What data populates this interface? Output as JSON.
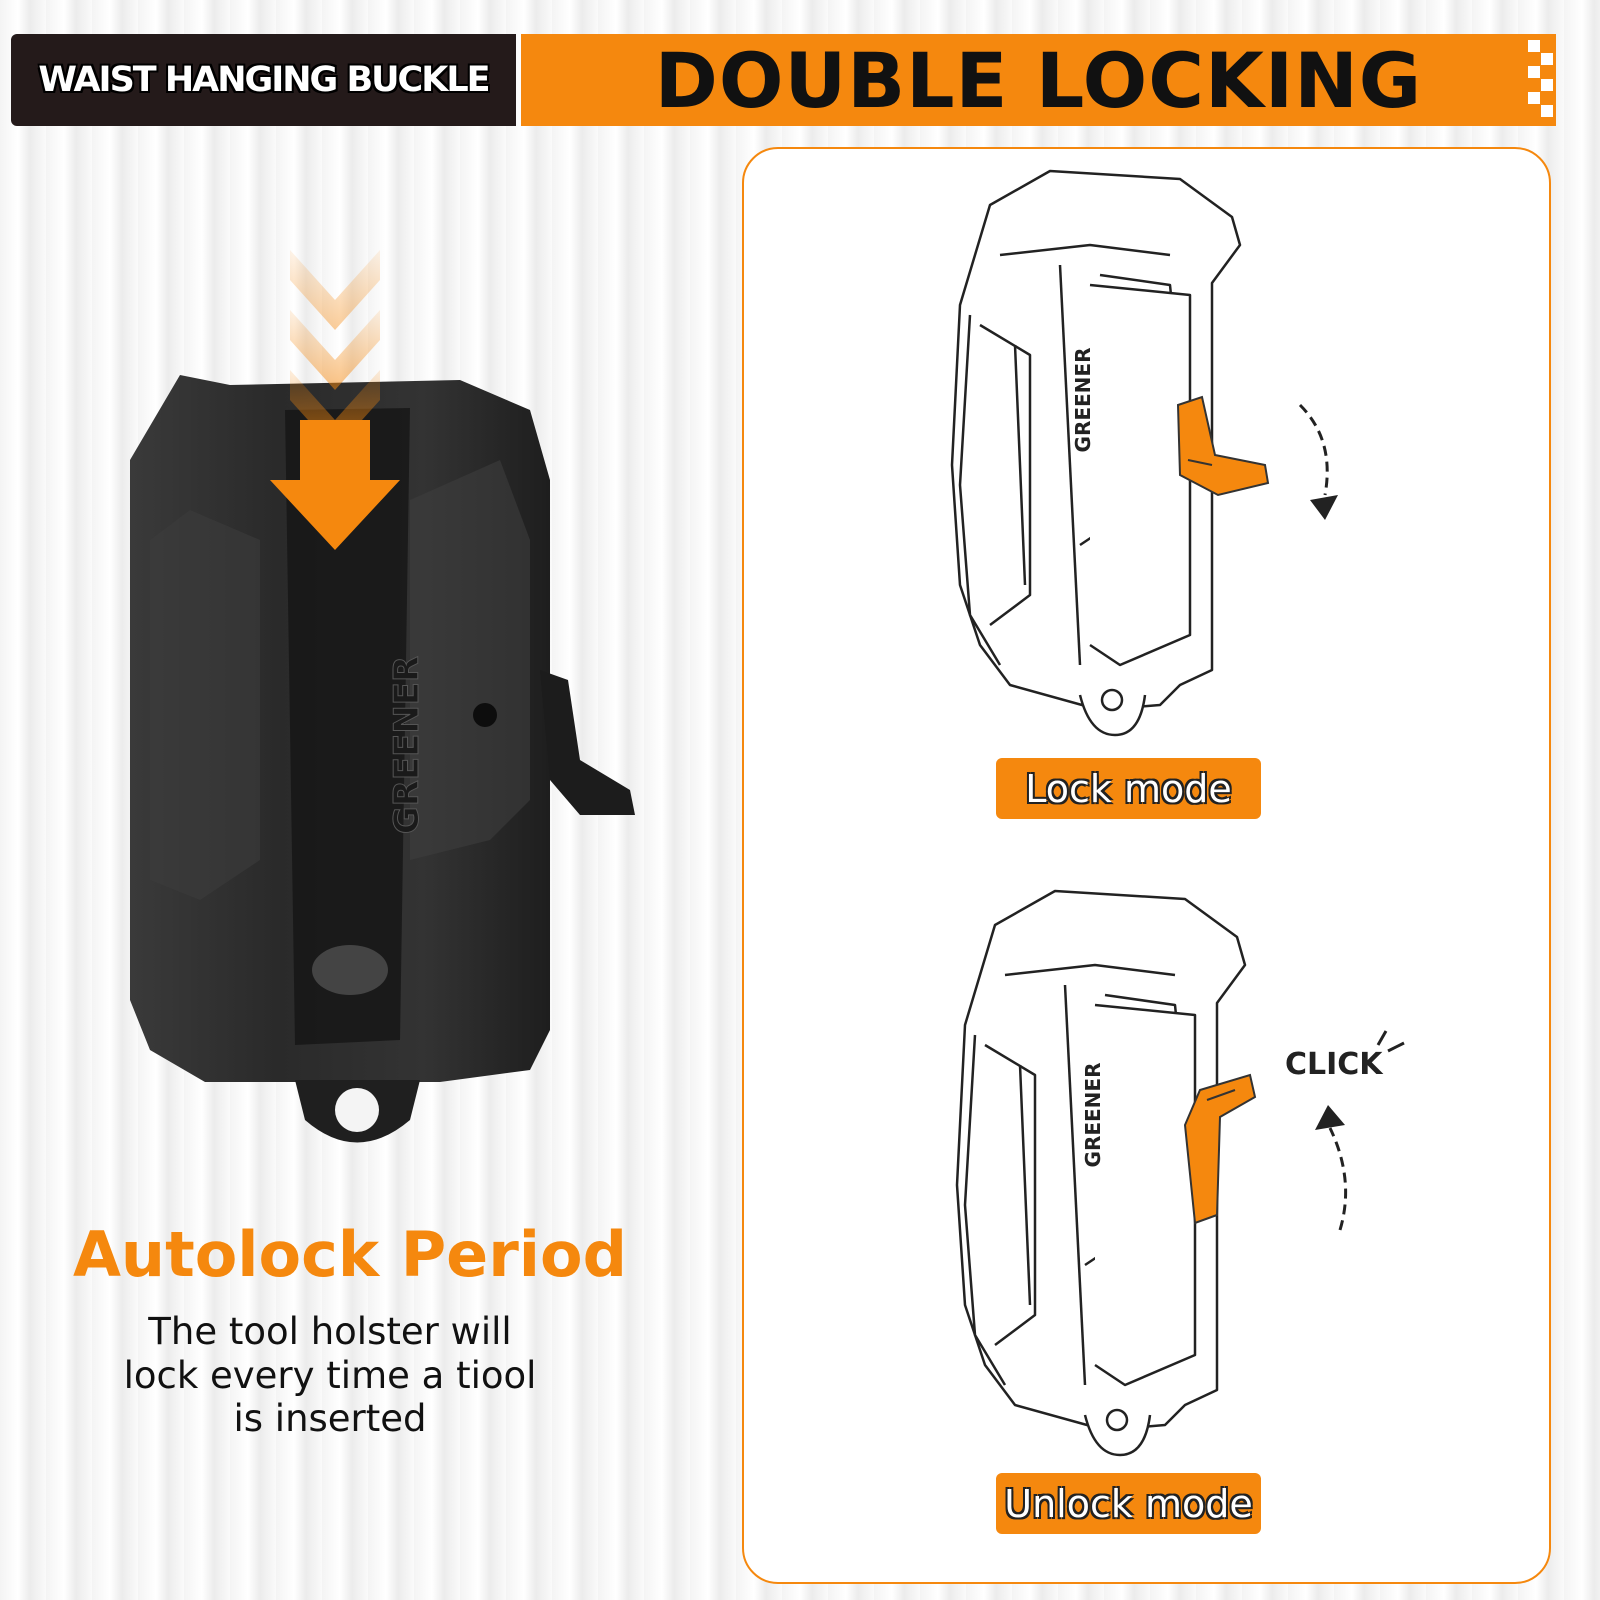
{
  "header": {
    "left_label": "WAIST HANGING BUCKLE",
    "title": "DOUBLE LOCKING"
  },
  "product": {
    "brand_mark": "GREENER"
  },
  "autolock": {
    "title": "Autolock Period",
    "description_lines": [
      "The tool holster will",
      "lock every time a tiool",
      "is inserted"
    ]
  },
  "modes": {
    "lock_label": "Lock mode",
    "unlock_label": "Unlock mode",
    "click_text": "CLICK"
  },
  "colors": {
    "accent": "#f5880e",
    "dark_banner": "#241a1a",
    "holster_body": "#2e2e2e"
  }
}
